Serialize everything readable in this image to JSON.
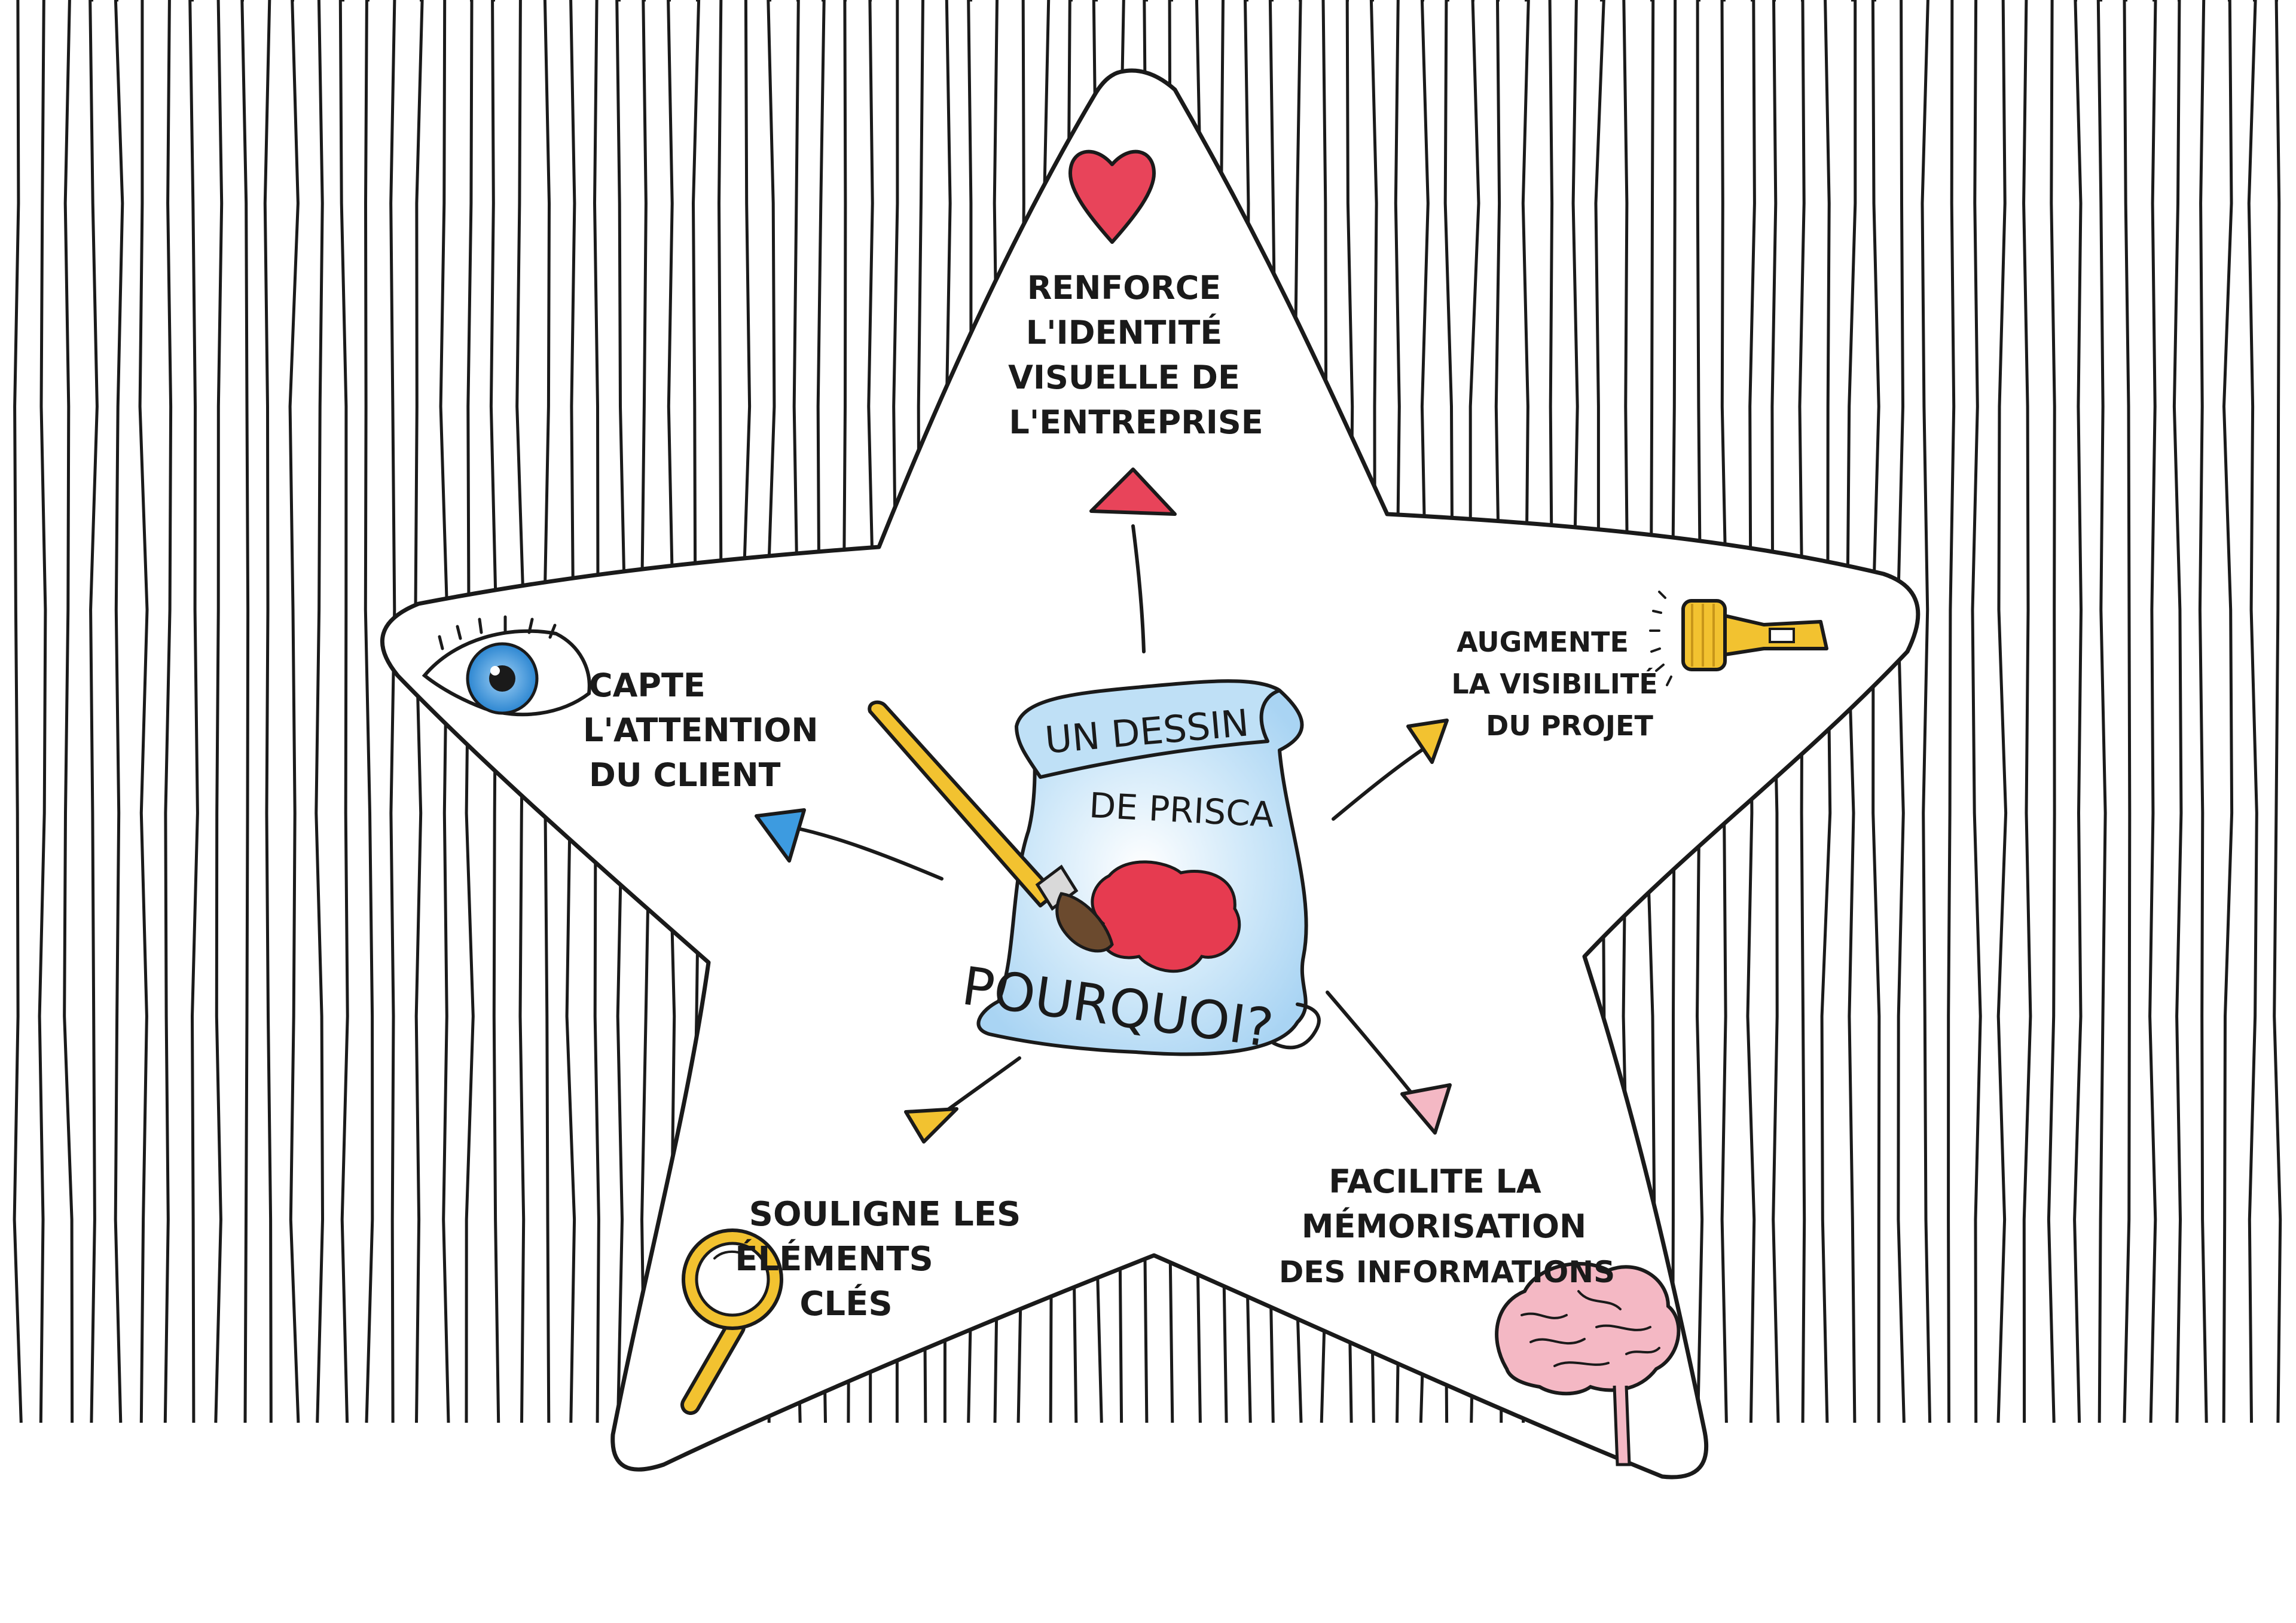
{
  "center": {
    "line1": "UN DESSIN",
    "line2": "DE PRISCA",
    "question": "POURQUOI?"
  },
  "branches": {
    "top": {
      "icon": "heart-icon",
      "color": "#e8445a",
      "lines": [
        "RENFORCE",
        "L'IDENTITÉ",
        "VISUELLE DE",
        "L'ENTREPRISE"
      ]
    },
    "left": {
      "icon": "eye-icon",
      "color": "#3d9be0",
      "lines": [
        "CAPTE",
        "L'ATTENTION",
        "DU CLIENT"
      ]
    },
    "right": {
      "icon": "flashlight-icon",
      "color": "#f2c230",
      "lines": [
        "AUGMENTE",
        "LA VISIBILITÉ",
        "DU PROJET"
      ]
    },
    "bottom_left": {
      "icon": "magnifying-glass-icon",
      "color": "#f2c230",
      "lines": [
        "SOULIGNE LES",
        "ÉLÉMENTS",
        "CLÉS"
      ]
    },
    "bottom_right": {
      "icon": "brain-icon",
      "color": "#f4b8c4",
      "lines": [
        "FACILITE LA",
        "MÉMORISATION",
        "DES INFORMATIONS"
      ]
    }
  },
  "colors": {
    "scroll": "#bfe0f6",
    "paint": "#e63b50",
    "brush_handle": "#f2c230",
    "ink": "#1a1a1a"
  }
}
